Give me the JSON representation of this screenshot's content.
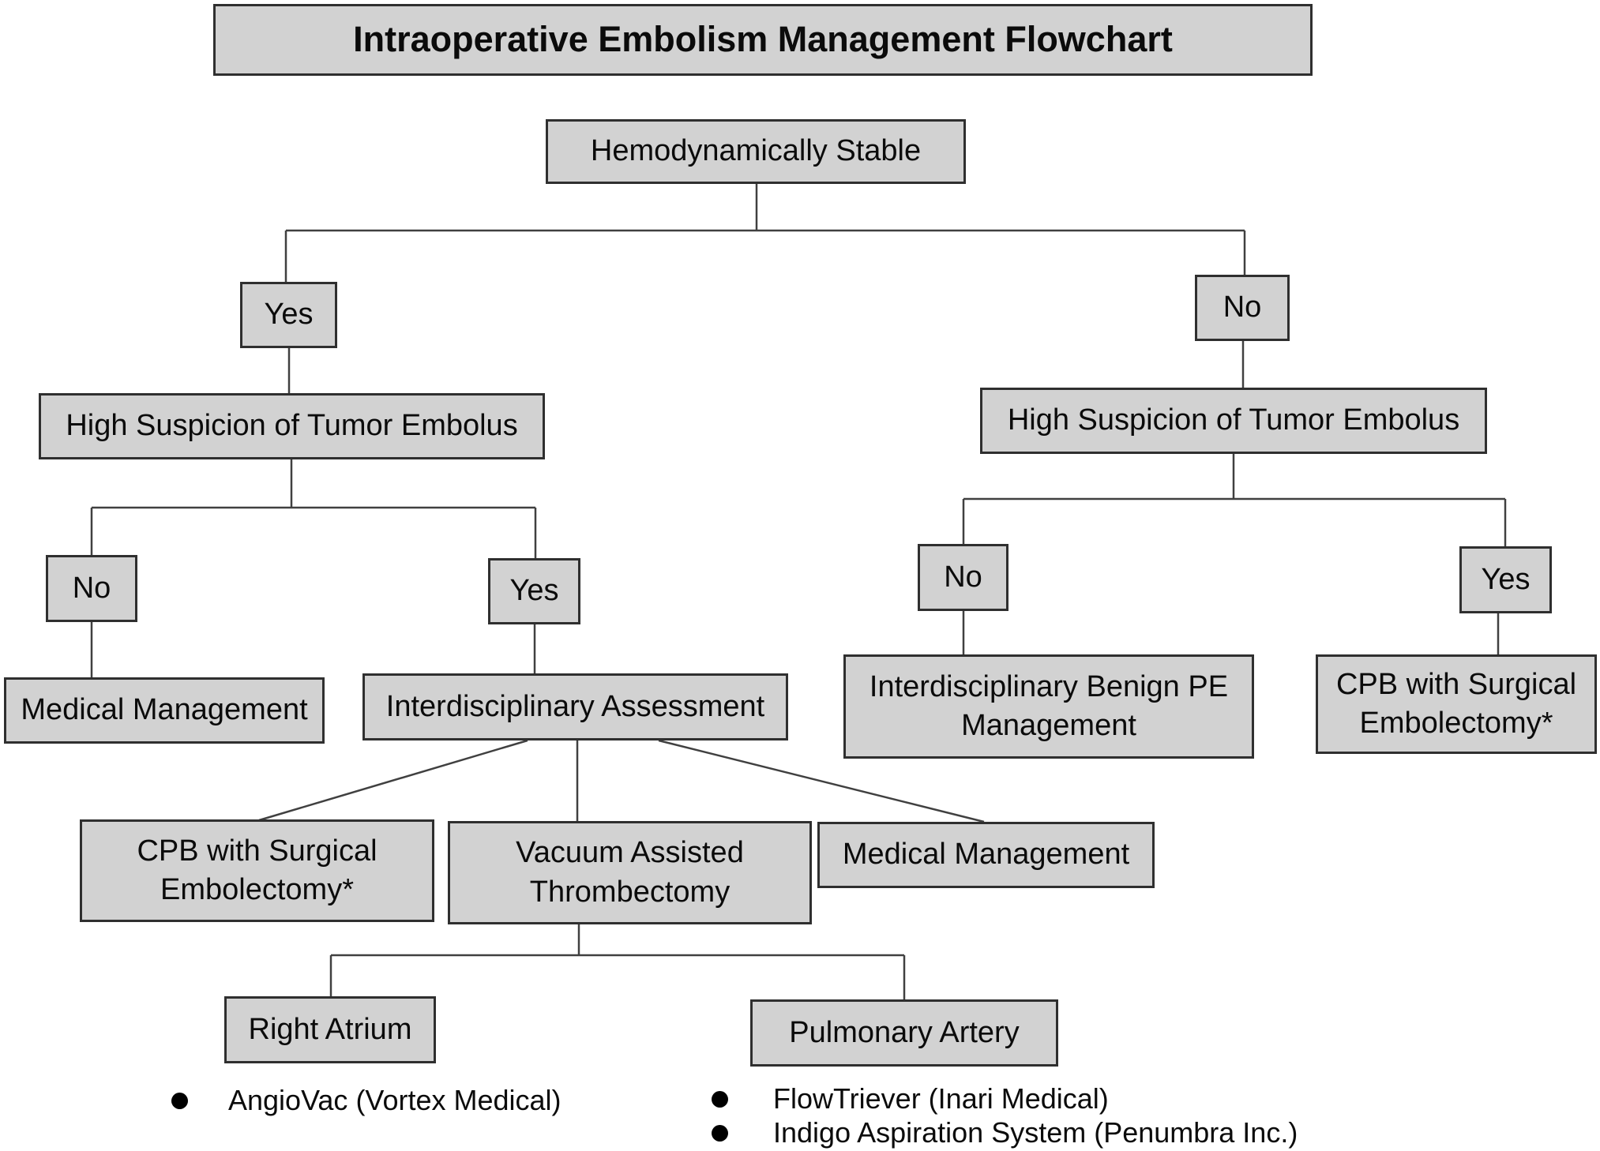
{
  "colors": {
    "background": "#ffffff",
    "node_fill": "#d2d2d2",
    "node_border": "#2f2f2f",
    "connector": "#404040",
    "text": "#0b0b0b"
  },
  "flowchart": {
    "title": "Intraoperative Embolism Management Flowchart",
    "nodes": {
      "hemodynamically_stable": "Hemodynamically Stable",
      "yes_stable": "Yes",
      "no_stable": "No",
      "high_suspicion_left": "High Suspicion of Tumor Embolus",
      "high_suspicion_right": "High Suspicion of Tumor Embolus",
      "no_suspicion_left": "No",
      "yes_suspicion_left": "Yes",
      "medical_management_left": "Medical Management",
      "interdisciplinary_assessment": "Interdisciplinary Assessment",
      "no_suspicion_right": "No",
      "yes_suspicion_right": "Yes",
      "benign_pe_management": "Interdisciplinary Benign PE Management",
      "cpb_surgical_right": "CPB with Surgical Embolectomy*",
      "cpb_surgical_left": "CPB with Surgical Embolectomy*",
      "vacuum_assisted_thrombectomy": "Vacuum Assisted Thrombectomy",
      "medical_management_center": "Medical Management",
      "right_atrium": "Right Atrium",
      "pulmonary_artery": "Pulmonary Artery"
    },
    "device_lists": {
      "right_atrium": [
        "AngioVac (Vortex Medical)"
      ],
      "pulmonary_artery": [
        "FlowTriever (Inari Medical)",
        "Indigo Aspiration System (Penumbra Inc.)"
      ]
    },
    "edges": [
      {
        "from": "hemodynamically_stable",
        "to": "yes_stable"
      },
      {
        "from": "hemodynamically_stable",
        "to": "no_stable"
      },
      {
        "from": "yes_stable",
        "to": "high_suspicion_left"
      },
      {
        "from": "no_stable",
        "to": "high_suspicion_right"
      },
      {
        "from": "high_suspicion_left",
        "to": "no_suspicion_left"
      },
      {
        "from": "high_suspicion_left",
        "to": "yes_suspicion_left"
      },
      {
        "from": "no_suspicion_left",
        "to": "medical_management_left"
      },
      {
        "from": "yes_suspicion_left",
        "to": "interdisciplinary_assessment"
      },
      {
        "from": "interdisciplinary_assessment",
        "to": "cpb_surgical_left"
      },
      {
        "from": "interdisciplinary_assessment",
        "to": "vacuum_assisted_thrombectomy"
      },
      {
        "from": "interdisciplinary_assessment",
        "to": "medical_management_center"
      },
      {
        "from": "vacuum_assisted_thrombectomy",
        "to": "right_atrium"
      },
      {
        "from": "vacuum_assisted_thrombectomy",
        "to": "pulmonary_artery"
      },
      {
        "from": "high_suspicion_right",
        "to": "no_suspicion_right"
      },
      {
        "from": "high_suspicion_right",
        "to": "yes_suspicion_right"
      },
      {
        "from": "no_suspicion_right",
        "to": "benign_pe_management"
      },
      {
        "from": "yes_suspicion_right",
        "to": "cpb_surgical_right"
      }
    ]
  }
}
